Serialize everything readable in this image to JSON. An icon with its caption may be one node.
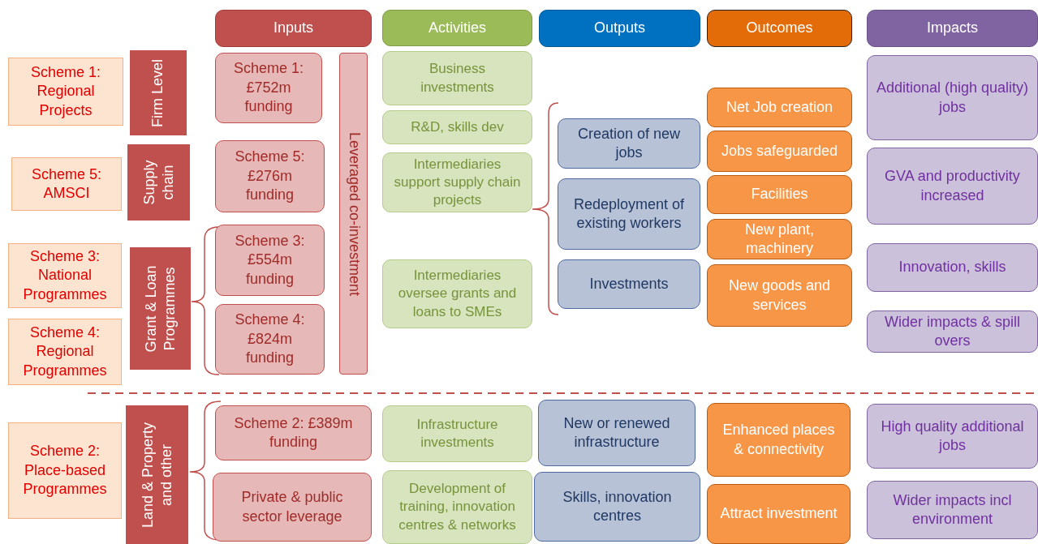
{
  "diagram": {
    "nodes": [
      {
        "text": [
          "Inputs"
        ]
      },
      {
        "text": [
          "Activities"
        ]
      },
      {
        "text": [
          "Outputs"
        ]
      },
      {
        "text": [
          "Outcomes"
        ]
      },
      {
        "text": [
          "Impacts"
        ]
      },
      {
        "text": [
          "Scheme 1: Regional Projects"
        ]
      },
      {
        "text": [
          "Firm Level"
        ]
      },
      {
        "text": [
          "Scheme 1: £752m funding"
        ]
      },
      {
        "text": [
          "Leveraged co-investment"
        ]
      },
      {
        "text": [
          "Business investments"
        ]
      },
      {
        "text": [
          "R&D, skills dev"
        ]
      },
      {
        "text": [
          "Intermediaries support supply chain projects"
        ]
      },
      {
        "text": [
          "Creation of new jobs"
        ]
      },
      {
        "text": [
          "Redeployment of existing workers"
        ]
      },
      {
        "text": [
          "Investments"
        ]
      },
      {
        "text": [
          "Net Job creation"
        ]
      },
      {
        "text": [
          "Jobs safeguarded"
        ]
      },
      {
        "text": [
          "Facilities"
        ]
      },
      {
        "text": [
          "New plant, machinery"
        ]
      },
      {
        "text": [
          "New goods and services"
        ]
      },
      {
        "text": [
          "Additional (high quality)  jobs"
        ]
      },
      {
        "text": [
          "GVA and productivity increased"
        ]
      },
      {
        "text": [
          "Innovation, skills"
        ]
      },
      {
        "text": [
          "Wider impacts & spill overs"
        ]
      },
      {
        "text": [
          "Scheme 5: AMSCI"
        ]
      },
      {
        "text": [
          "Supply chain"
        ]
      },
      {
        "text": [
          "Scheme 5: £276m funding"
        ]
      },
      {
        "text": [
          "Scheme 3: National Programmes"
        ]
      },
      {
        "text": [
          "Grant & Loan Programmes"
        ]
      },
      {
        "text": [
          "Scheme 3: £554m funding"
        ]
      },
      {
        "text": [
          "Intermediaries oversee grants and loans to SMEs"
        ]
      },
      {
        "text": [
          "Scheme 4: Regional Programmes"
        ]
      },
      {
        "text": [
          "Scheme 4: £824m funding"
        ]
      },
      {
        "text": [
          "Scheme 2: Place-based Programmes"
        ]
      },
      {
        "text": [
          "Land & Property and other"
        ]
      },
      {
        "text": [
          "Scheme 2: £389m funding"
        ]
      },
      {
        "text": [
          "Infrastructure investments"
        ]
      },
      {
        "text": [
          "New or renewed infrastructure"
        ]
      },
      {
        "text": [
          "Enhanced places & connectivity"
        ]
      },
      {
        "text": [
          "High quality additional jobs"
        ]
      },
      {
        "text": [
          "Private & public sector leverage"
        ]
      },
      {
        "text": [
          "Development of training, innovation centres & networks"
        ]
      },
      {
        "text": [
          "Skills, innovation centres"
        ]
      },
      {
        "text": [
          "Attract investment"
        ]
      },
      {
        "text": [
          "Wider impacts incl environment"
        ]
      }
    ]
  }
}
